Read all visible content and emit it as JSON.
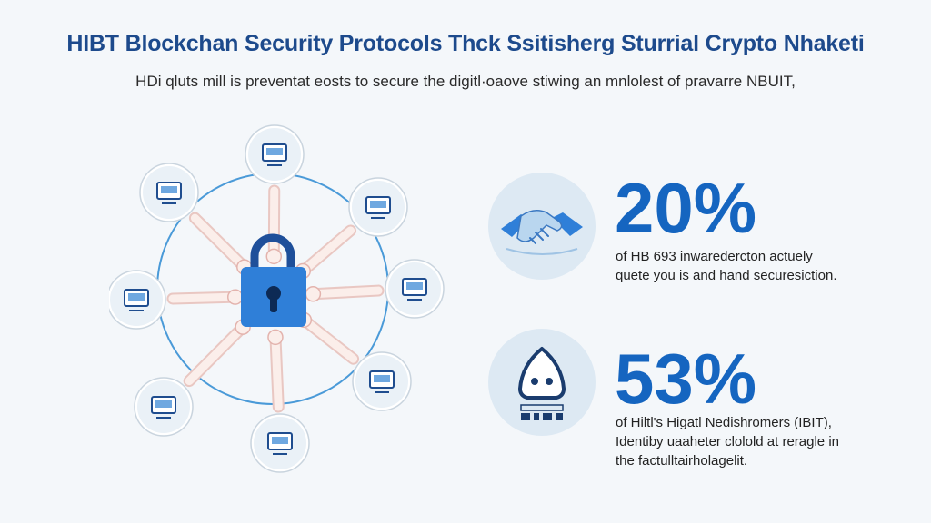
{
  "header": {
    "title": "HIBT Blockchan Security Protocols Thck Ssitisherg Sturrial Crypto Nhaketi",
    "subtitle": "HDi qluts mill is preventat eosts to secure the digitl·oaove stiwing an mnlolest of pravarre NBUIT,"
  },
  "diagram": {
    "center_icon": "padlock-icon",
    "nodes": [
      {
        "icon": "vr-headset-icon"
      },
      {
        "icon": "computer-terminal-icon"
      },
      {
        "icon": "device-screen-icon"
      },
      {
        "icon": "network-gear-icon"
      },
      {
        "icon": "laptop-monitor-icon"
      },
      {
        "icon": "cloud-lock-icon"
      },
      {
        "icon": "house-shield-icon"
      },
      {
        "icon": "documents-icon"
      }
    ]
  },
  "stats": [
    {
      "icon": "handshake-icon",
      "value": "20%",
      "desc_line1": "of HB 693 inwaredercton actuely",
      "desc_line2": "quete you is and hand securesiction."
    },
    {
      "icon": "shield-id-icon",
      "value": "53%",
      "desc_line1": "of Hiltl's Higatl Nedishromers (IBIT),",
      "desc_line2": "Identiby uaaheter clolold at reragle in",
      "desc_line3": "the factulltairholagelit."
    }
  ],
  "colors": {
    "title": "#1d4a8c",
    "accent": "#1565c0",
    "padlock": "#2f7fd8",
    "ring": "#4a9ad8",
    "circle_bg": "#dde9f3"
  }
}
